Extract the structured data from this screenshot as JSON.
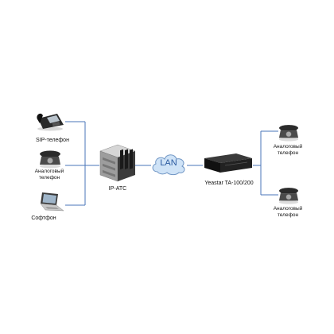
{
  "nodes": {
    "sip_phone": {
      "label": "SIP-телефон",
      "icon": "ip-phone-icon"
    },
    "analog_phone_left": {
      "label_line1": "Аналоговый",
      "label_line2": "телефон",
      "icon": "analog-phone-icon"
    },
    "softphone": {
      "label": "Софтфон",
      "icon": "laptop-icon"
    },
    "ip_pbx": {
      "label": "IP-АТС",
      "icon": "server-icon"
    },
    "lan": {
      "label": "LAN",
      "icon": "cloud-icon"
    },
    "gateway": {
      "label": "Yeastar TA-100/200",
      "icon": "voip-gateway-icon"
    },
    "analog_phone_right_1": {
      "label_line1": "Аналоговый",
      "label_line2": "телефон",
      "icon": "analog-phone-icon"
    },
    "analog_phone_right_2": {
      "label_line1": "Аналоговый",
      "label_line2": "телефон",
      "icon": "analog-phone-icon"
    }
  },
  "colors": {
    "link": "#4a74b8",
    "cloud_fill": "#cfe3f7",
    "cloud_stroke": "#6f95c4",
    "lan_text": "#2a5aa0",
    "device_dark": "#1e1e1e"
  }
}
